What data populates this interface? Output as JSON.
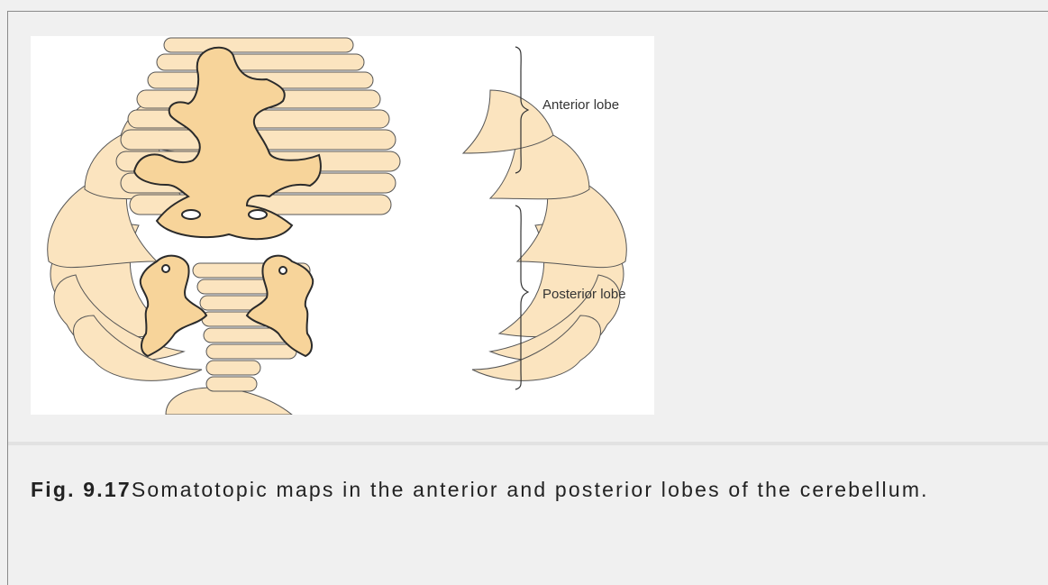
{
  "figure": {
    "labels": {
      "anterior": "Anterior lobe",
      "posterior": "Posterior lobe"
    },
    "colors": {
      "folia_fill": "#fbe4bf",
      "map_fill": "#f7d49a",
      "outline": "#2b2b2b",
      "thin_line": "#555555"
    }
  },
  "caption": {
    "number": "Fig. 9.17",
    "text": "Somatotopic maps in the anterior and posterior lobes of the cerebellum."
  }
}
